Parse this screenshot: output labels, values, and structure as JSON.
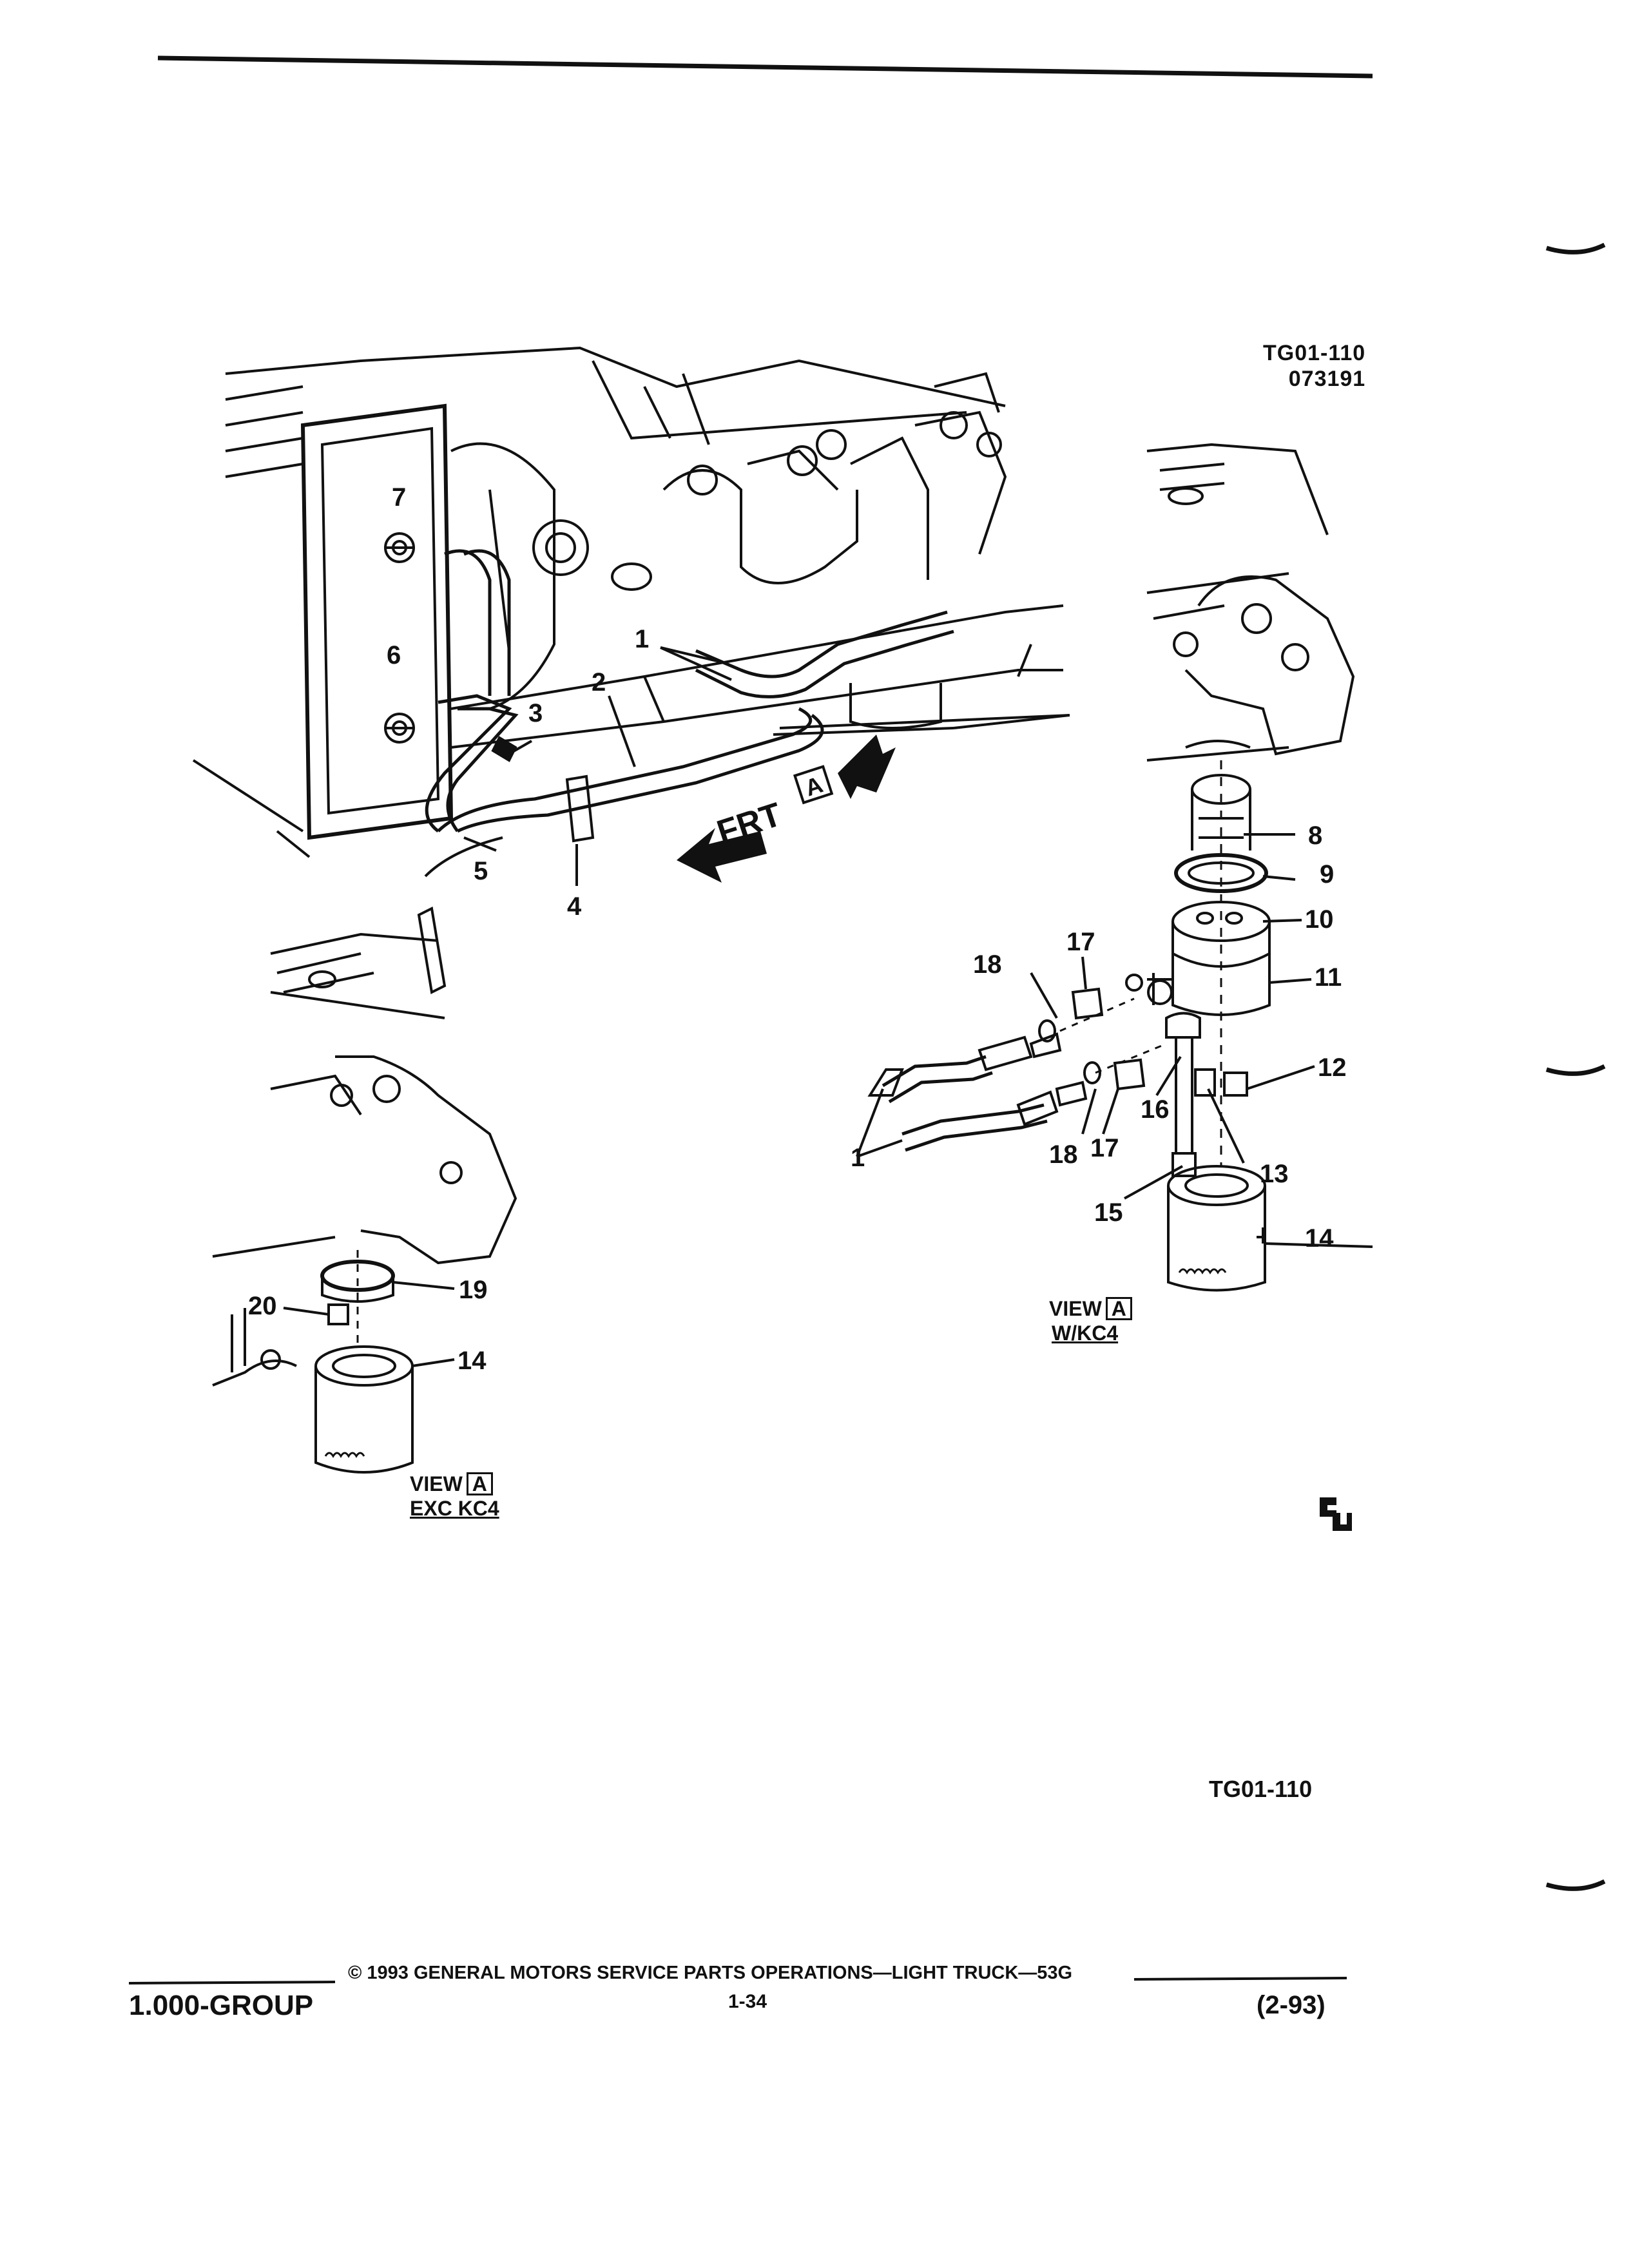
{
  "header": {
    "ref_code": "TG01-110",
    "ref_date": "073191"
  },
  "callouts": {
    "c1": "1",
    "c2": "2",
    "c3": "3",
    "c4": "4",
    "c5": "5",
    "c6": "6",
    "c7": "7",
    "c8": "8",
    "c9": "9",
    "c10": "10",
    "c11": "11",
    "c12": "12",
    "c13": "13",
    "c14": "14",
    "c15": "15",
    "c16": "16",
    "c17": "17",
    "c18": "18",
    "c19": "19",
    "c20": "20"
  },
  "arrow_label": "FRT",
  "view_marker": "A",
  "views": {
    "right": {
      "word": "VIEW",
      "box": "A",
      "caption": "W/KC4"
    },
    "left": {
      "word": "VIEW",
      "box": "A",
      "caption": "EXC KC4"
    }
  },
  "bottom_ref": "TG01-110",
  "footer": {
    "group": "1.000-GROUP",
    "copyright": "© 1993 GENERAL MOTORS SERVICE PARTS OPERATIONS—LIGHT TRUCK—53G",
    "page": "1-34",
    "date": "(2-93)"
  }
}
